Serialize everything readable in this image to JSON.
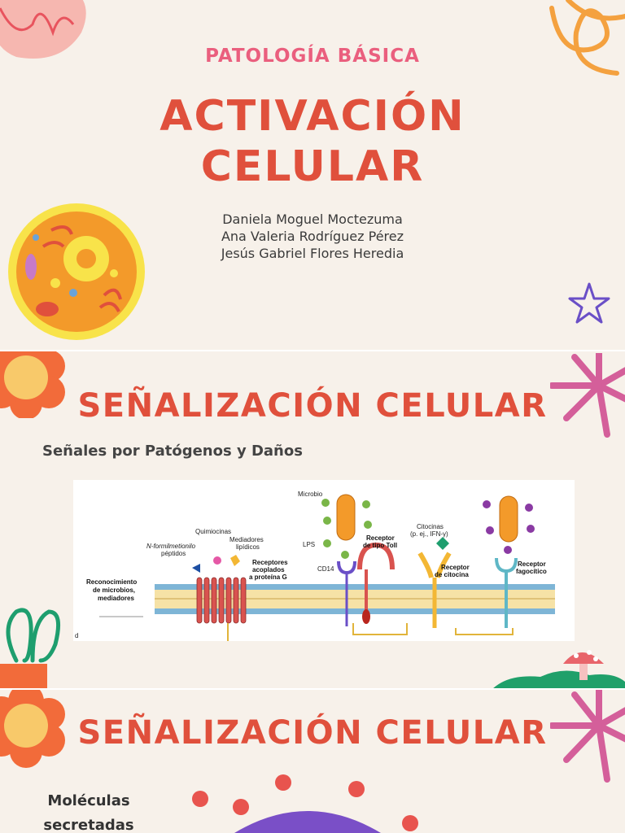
{
  "slide1": {
    "subtitle": "PATOLOGÍA BÁSICA",
    "title_line1": "ACTIVACIÓN",
    "title_line2": "CELULAR",
    "authors": [
      "Daniela Moguel Moctezuma",
      "Ana Valeria Rodríguez Pérez",
      "Jesús Gabriel Flores Heredia"
    ]
  },
  "slide2": {
    "title": "SEÑALIZACIÓN CELULAR",
    "subtitle": "Señales por Patógenos y Daños",
    "figure": {
      "left_label_1": "Reconocimiento",
      "left_label_2": "de microbios,",
      "left_label_3": "mediadores",
      "nfp_1": "N-formilmetionilo",
      "nfp_2": "péptidos",
      "quimiocinas": "Quimiocinas",
      "mediadores_1": "Mediadores",
      "mediadores_2": "lipídicos",
      "gpcr_1": "Receptores",
      "gpcr_2": "acoplados",
      "gpcr_3": "a proteína G",
      "microbio": "Microbio",
      "lps": "LPS",
      "cd14": "CD14",
      "toll_1": "Receptor",
      "toll_2": "de tipo Toll",
      "citocinas_1": "Citocinas",
      "citocinas_2": "(p. ej., IFN-γ)",
      "cyto_rec_1": "Receptor",
      "cyto_rec_2": "de citocina",
      "fago_1": "Receptor",
      "fago_2": "fagocítico",
      "panel_letter": "d"
    }
  },
  "slide3": {
    "title": "SEÑALIZACIÓN CELULAR",
    "body_line1": "Moléculas",
    "body_line2": "secretadas"
  },
  "colors": {
    "background": "#f7f1ea",
    "title_red": "#e0503c",
    "pink": "#ea5f7e",
    "orange": "#f26b3a",
    "yellow": "#f8e34a",
    "green": "#1e9e6e",
    "magenta": "#d45f9a",
    "purple": "#6a4fc7"
  },
  "icons": [
    "animal-cell-icon",
    "flower-icon",
    "star-icon",
    "sparkle-flower-icon",
    "mushroom-icon",
    "plant-pot-icon",
    "dots-icon"
  ]
}
